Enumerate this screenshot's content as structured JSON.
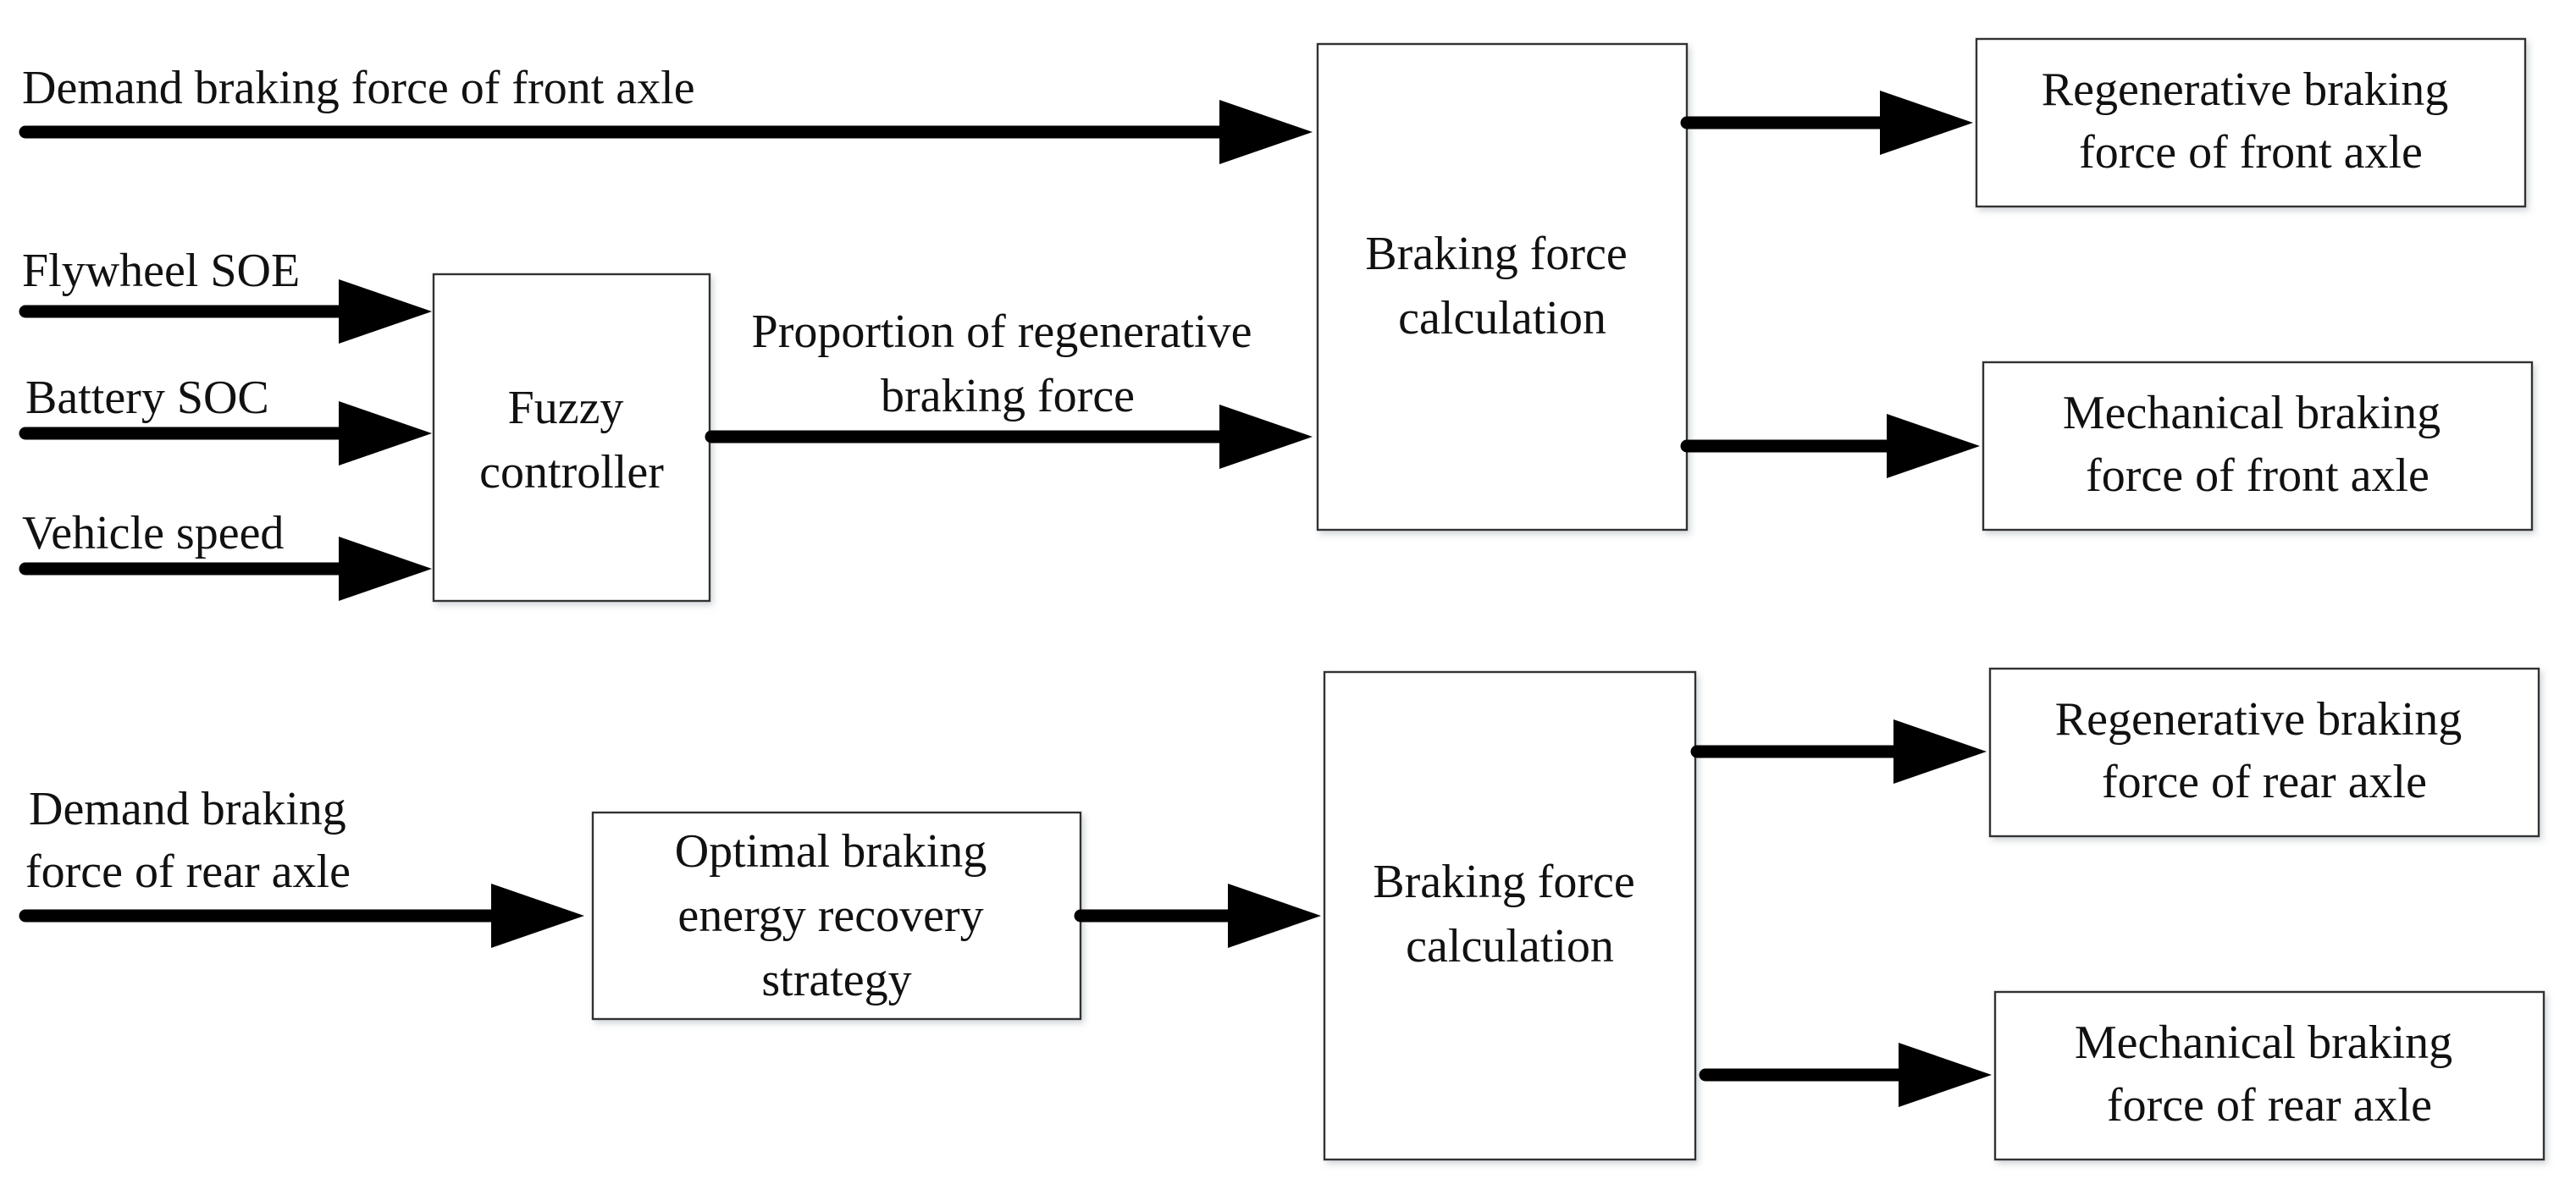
{
  "diagram": {
    "front": {
      "demand_label": "Demand braking force of front axle",
      "flywheel_label": "Flywheel SOE",
      "battery_label": "Battery SOC",
      "speed_label": "Vehicle speed",
      "fuzzy": [
        "Fuzzy",
        "controller"
      ],
      "proportion": [
        "Proportion of regenerative",
        "braking force"
      ],
      "calc": [
        "Braking force",
        "calculation"
      ],
      "regen_out": [
        "Regenerative braking",
        "force of front axle"
      ],
      "mech_out": [
        "Mechanical braking",
        "force of front axle"
      ]
    },
    "rear": {
      "demand_label": [
        "Demand braking",
        "force of rear axle"
      ],
      "strategy": [
        "Optimal braking",
        "energy recovery",
        "strategy"
      ],
      "calc": [
        "Braking force",
        "calculation"
      ],
      "regen_out": [
        "Regenerative braking",
        "force of rear axle"
      ],
      "mech_out": [
        "Mechanical braking",
        "force of rear axle"
      ]
    }
  }
}
